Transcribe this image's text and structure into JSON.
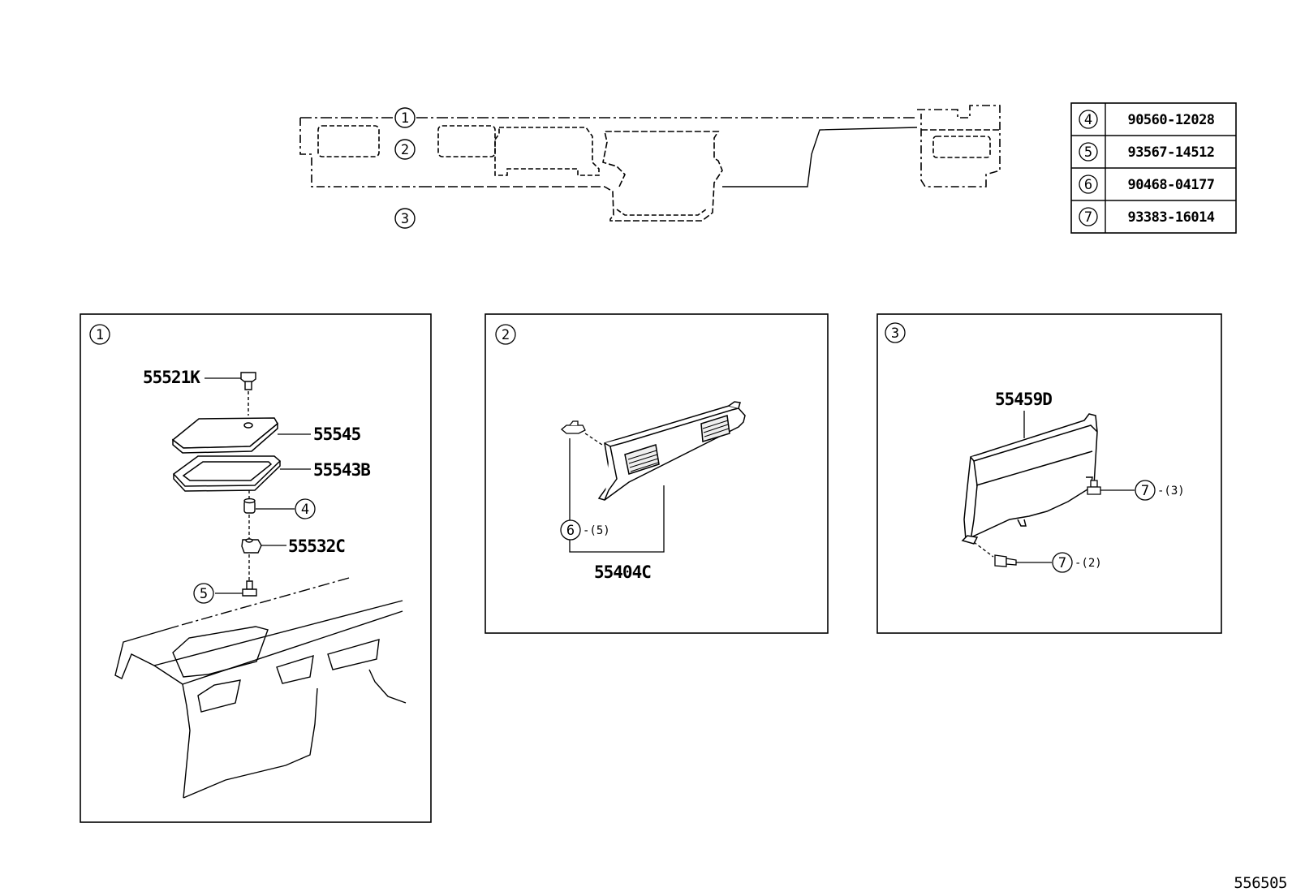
{
  "overview": {
    "callouts": [
      "1",
      "2",
      "3"
    ]
  },
  "parts_table": {
    "rows": [
      {
        "key": "4",
        "part": "90560-12028"
      },
      {
        "key": "5",
        "part": "93567-14512"
      },
      {
        "key": "6",
        "part": "90468-04177"
      },
      {
        "key": "7",
        "part": "93383-16014"
      }
    ]
  },
  "panel1": {
    "index": "1",
    "labels": {
      "p55521k": "55521K",
      "p55545": "55545",
      "p55543b": "55543B",
      "p55532c": "55532C"
    },
    "refs": {
      "r4": "4",
      "r5": "5"
    }
  },
  "panel2": {
    "index": "2",
    "labels": {
      "p55404c": "55404C"
    },
    "refs": {
      "r6": "6",
      "r6_qty": "-(5)"
    }
  },
  "panel3": {
    "index": "3",
    "labels": {
      "p55459d": "55459D"
    },
    "refs": {
      "r7a": "7",
      "r7a_qty": "-(3)",
      "r7b": "7",
      "r7b_qty": "-(2)"
    }
  },
  "diagram_id": "556505"
}
